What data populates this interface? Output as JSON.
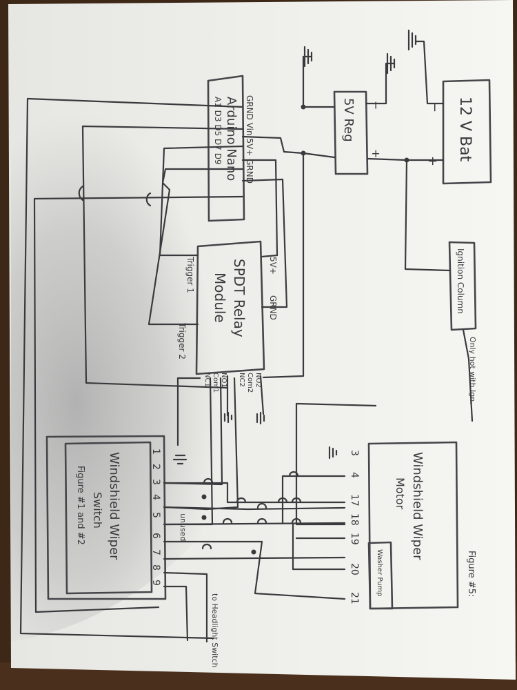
{
  "battery": {
    "label": "12 V Bat",
    "minus": "−",
    "plus": "+"
  },
  "regulator": {
    "label": "5V Reg",
    "minus": "−",
    "plus": "+"
  },
  "ignition": {
    "label": "Ignition Column",
    "note": "Only hot with Ign."
  },
  "arduino": {
    "title": "Arduino Nano",
    "top_pins": "GRND Vin 5V+ GRND",
    "bottom_pins": "A1 D3 D5 D7 D9"
  },
  "relay": {
    "title_line1": "SPDT Relay",
    "title_line2": "Module",
    "trigger1": "Trigger 1",
    "trigger2": "Trigger 2",
    "pin_5v": "5V+",
    "pin_grnd": "GRND",
    "contacts": [
      "NO2",
      "Com2",
      "NC2",
      "NO1",
      "Com1",
      "NC1"
    ]
  },
  "switch": {
    "title": "Windshield Wiper",
    "title2": "Switch",
    "subtitle": "Figure #1 and #2",
    "pins": [
      "1",
      "2",
      "3",
      "4",
      "5",
      "6",
      "7",
      "8",
      "9"
    ],
    "unused_label": "unused",
    "headlight_label": "to Headlight Switch"
  },
  "motor": {
    "title": "Windshield Wiper",
    "title2": "Motor",
    "pump": "Washer Pump",
    "pins": [
      "3",
      "4",
      "17",
      "18",
      "19",
      "20",
      "21"
    ],
    "figure": "Figure #5:"
  }
}
